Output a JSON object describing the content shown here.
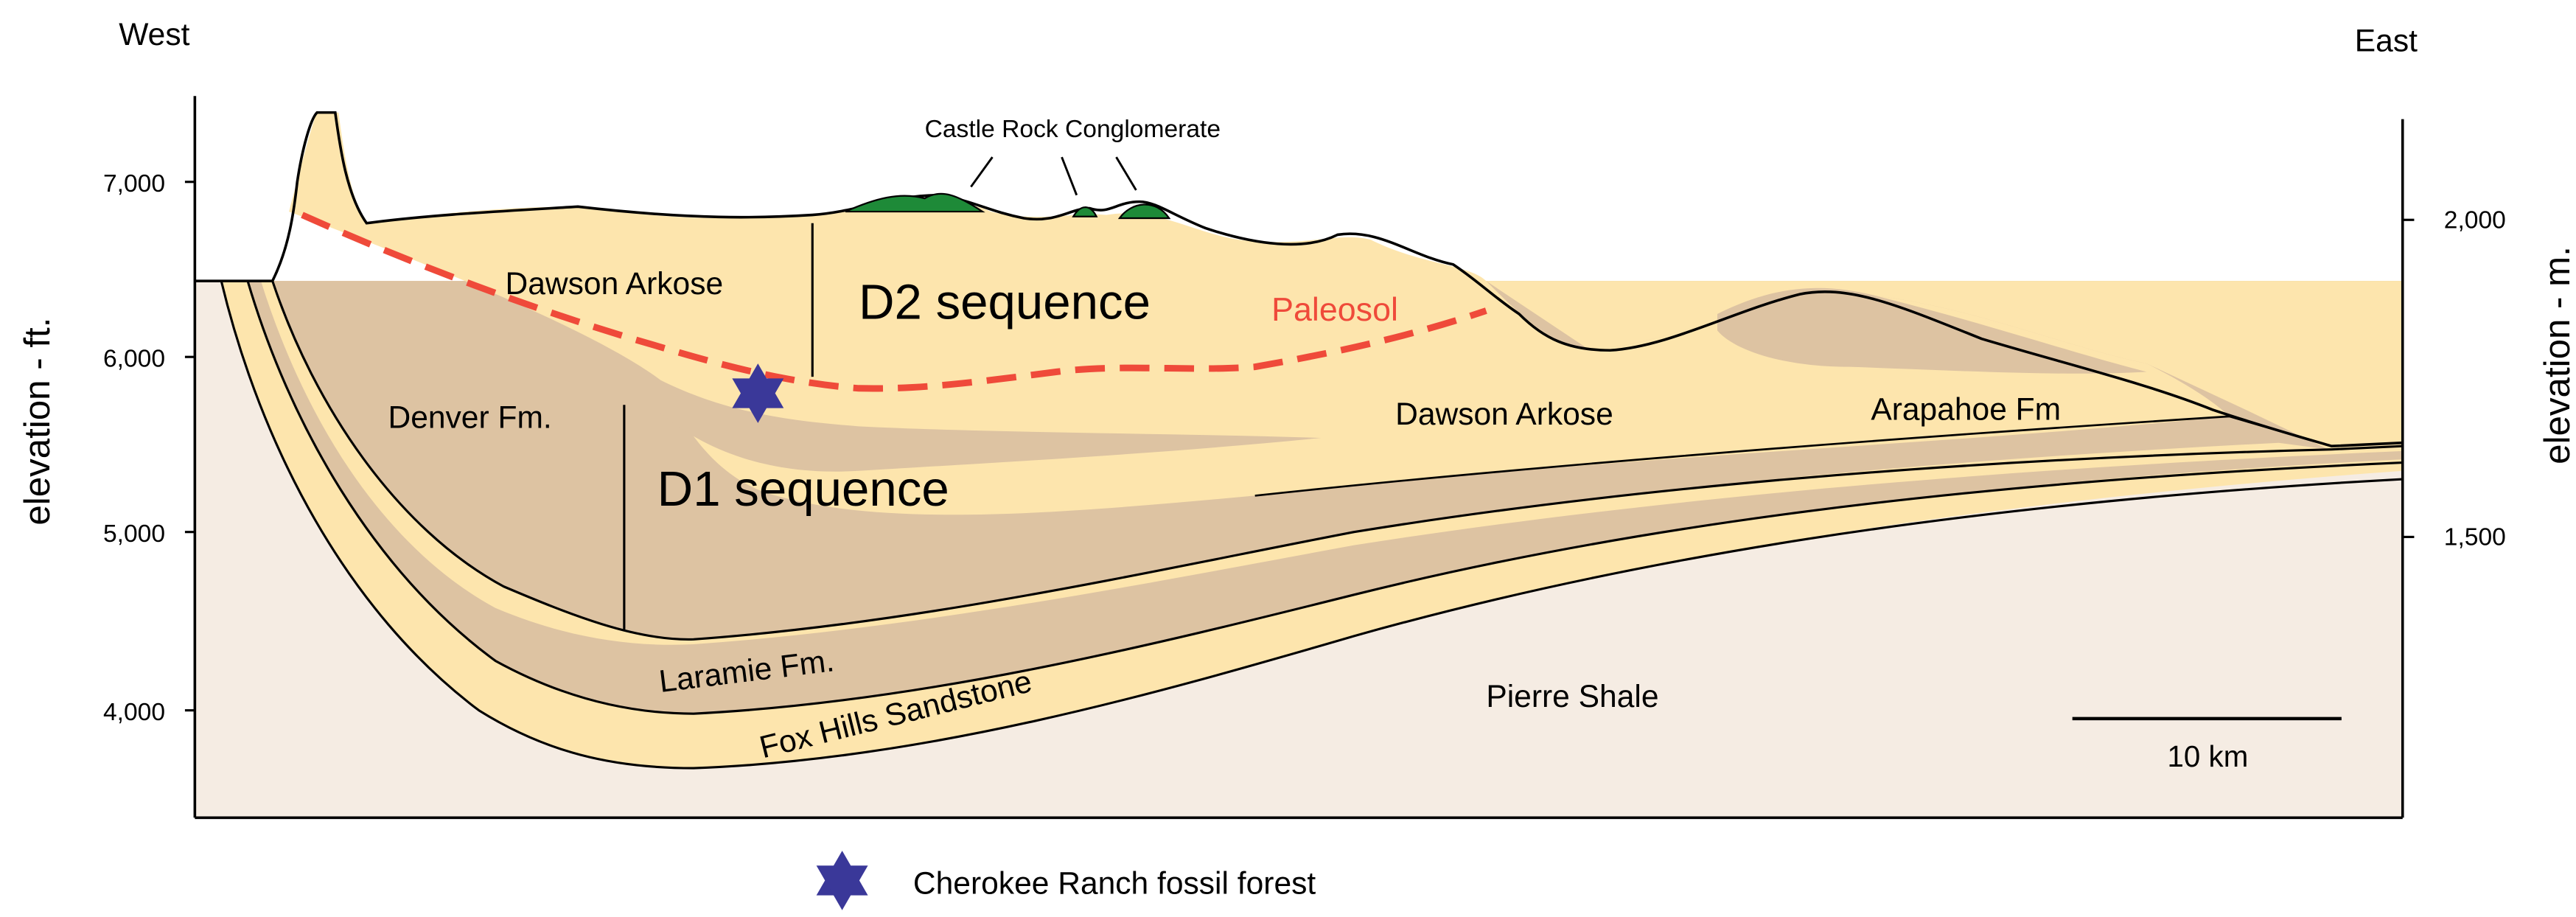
{
  "compass": {
    "west": "West",
    "east": "East"
  },
  "left_axis": {
    "label": "elevation - ft.",
    "ticks": [
      "7,000",
      "6,000",
      "5,000",
      "4,000"
    ]
  },
  "right_axis": {
    "label": "elevation - m.",
    "ticks": [
      "2,000",
      "1,500"
    ]
  },
  "units": [
    "Denver Fm.",
    "D1 sequence",
    "Dawson Arkose",
    "D2 sequence",
    "Paleosol",
    "Dawson Arkose",
    "Arapahoe Fm",
    "Laramie Fm.",
    "Fox Hills Sandstone",
    "Pierre Shale"
  ],
  "callout": "Castle Rock Conglomerate",
  "scale_bar": {
    "label": "10 km"
  },
  "legend": {
    "label": "Cherokee Ranch fossil forest"
  },
  "colors": {
    "pierre_shale": "#f5ece3",
    "pale_sand": "#fde5ad",
    "brown": "#ddc3a2",
    "conglomerate": "#1e8a38",
    "paleosol": "#ef4a3a",
    "star": "#3a3899"
  }
}
